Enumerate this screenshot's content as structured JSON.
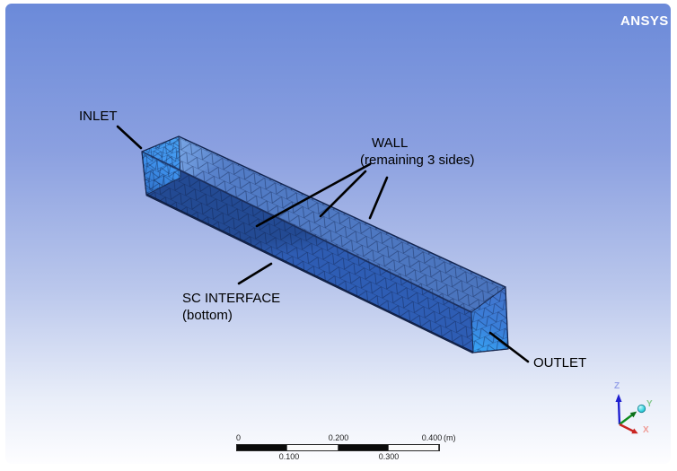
{
  "brand": {
    "logo": "ANSYS"
  },
  "labels": {
    "inlet": "INLET",
    "wall_line1": "WALL",
    "wall_line2": "(remaining 3 sides)",
    "sc_line1": "SC INTERFACE",
    "sc_line2": "(bottom)",
    "outlet": "OUTLET"
  },
  "scale_bar": {
    "above": [
      "0",
      "0.200",
      "0.400"
    ],
    "below": [
      "0.100",
      "0.300"
    ],
    "unit": "(m)"
  },
  "triad": {
    "x_label": "X",
    "y_label": "Y",
    "z_label": "Z",
    "x_color": "#c92421",
    "y_color": "#0f8c1f",
    "z_color": "#1f1fd0"
  },
  "colors": {
    "background_top": "#6b8ad9",
    "background_bottom": "#fdfdff",
    "face_top": "#527cc6",
    "face_side": "#2e5cb2",
    "face_inlet": "#3f93ee",
    "face_outlet": "#37a2f4",
    "mesh_line": "#0c1c44"
  }
}
